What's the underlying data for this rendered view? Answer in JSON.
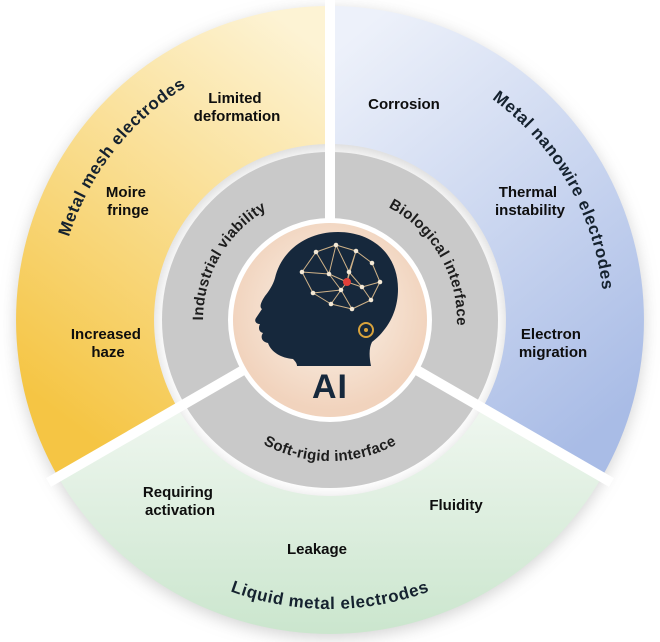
{
  "diagram": {
    "center": {
      "ai_label": "AI"
    },
    "inner_ring": {
      "left": "Industrial viability",
      "right": "Biological interface",
      "bottom": "Soft-rigid interface"
    },
    "sectors": {
      "mesh": {
        "title": "Metal mesh electrodes",
        "items": [
          [
            "Limited",
            "deformation"
          ],
          [
            "Moire",
            "fringe"
          ],
          [
            "Increased",
            "haze"
          ]
        ]
      },
      "nanowire": {
        "title": "Metal nanowire electrodes",
        "items": [
          [
            "Corrosion"
          ],
          [
            "Thermal",
            "instability"
          ],
          [
            "Electron",
            "migration"
          ]
        ]
      },
      "liquid": {
        "title": "Liquid metal electrodes",
        "items": [
          [
            "Requiring",
            "activation"
          ],
          [
            "Leakage"
          ],
          [
            "Fluidity"
          ]
        ]
      }
    },
    "colors": {
      "mesh_deep": "#f5c544",
      "mesh_pale": "#fdf3d4",
      "nanowire_deep": "#a9bce6",
      "nanowire_pale": "#edf1fa",
      "liquid_deep": "#c9e5cc",
      "liquid_pale": "#f2f8f2",
      "inner_ring_gray": "#c9c9c9",
      "center_fill_light": "#f8eadd",
      "center_fill_deep": "#f1d3bd",
      "head_navy": "#16283c",
      "red_node": "#e2403a"
    }
  }
}
